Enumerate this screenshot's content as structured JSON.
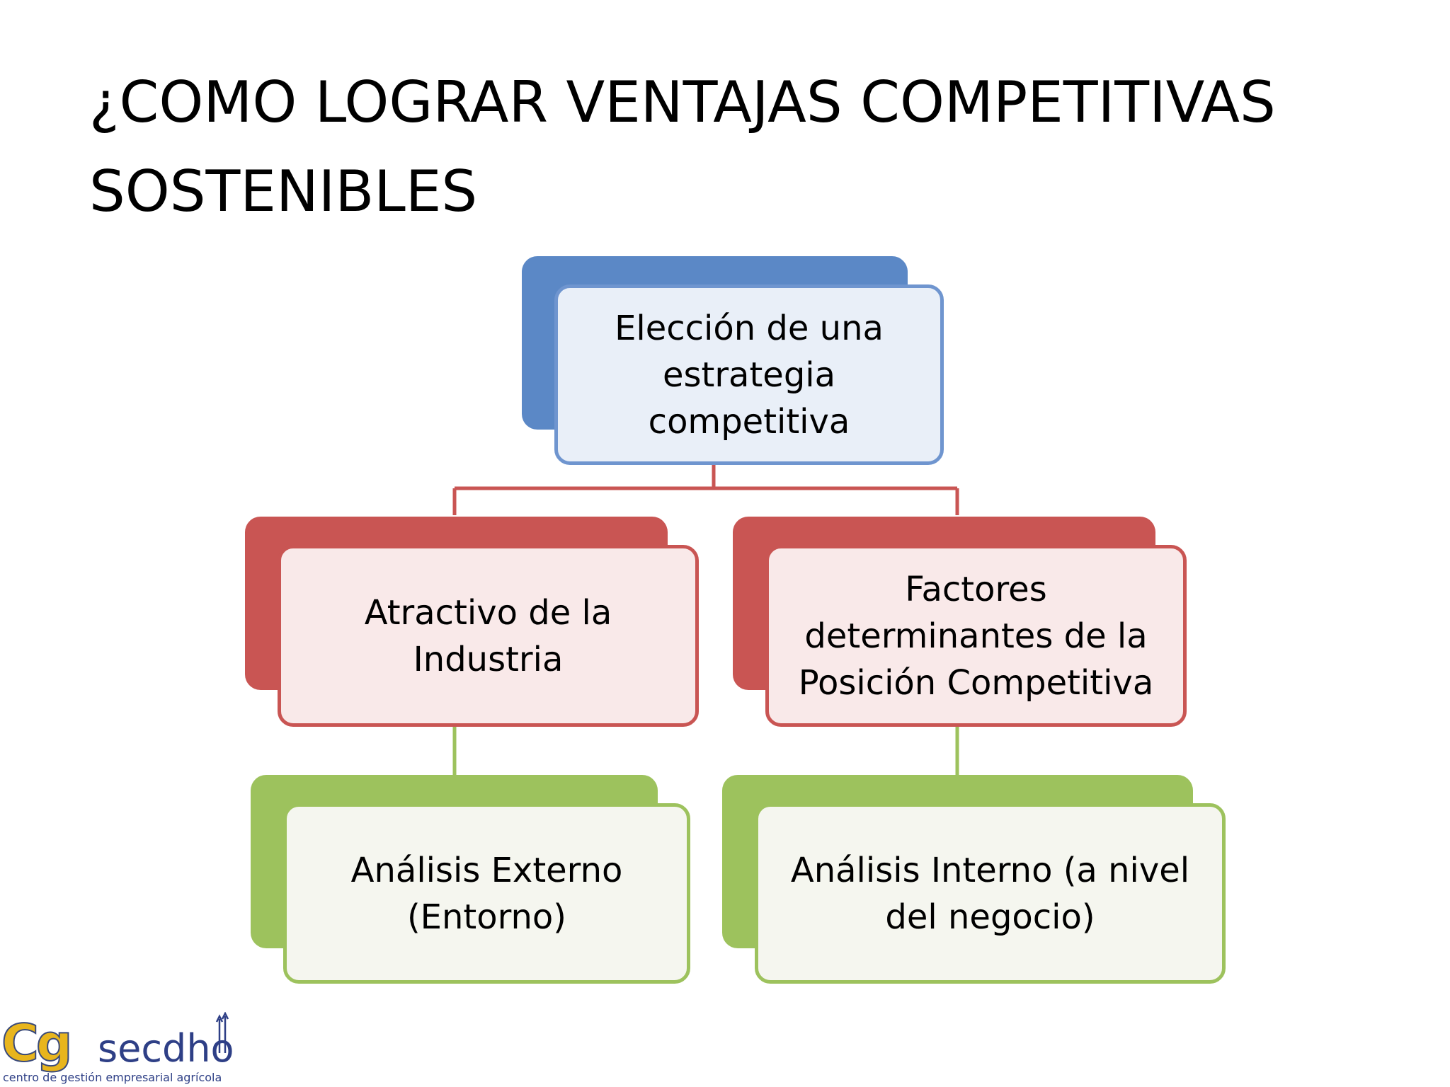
{
  "title": "¿COMO LOGRAR VENTAJAS COMPETITIVAS SOSTENIBLES",
  "diagram": {
    "top": "Elección de una estrategia competitiva",
    "left_mid": "Atractivo de la Industria",
    "right_mid": "Factores determinantes de la Posición Competitiva",
    "left_bottom": "Análisis Externo (Entorno)",
    "right_bottom": "Análisis Interno (a nivel del negocio)"
  },
  "colors": {
    "blue": "#5b88c6",
    "red": "#c95553",
    "green": "#9dc25d"
  },
  "logo": {
    "mark": "Cg",
    "name": "secdho",
    "tagline": "centro de gestión empresarial agrícola"
  }
}
